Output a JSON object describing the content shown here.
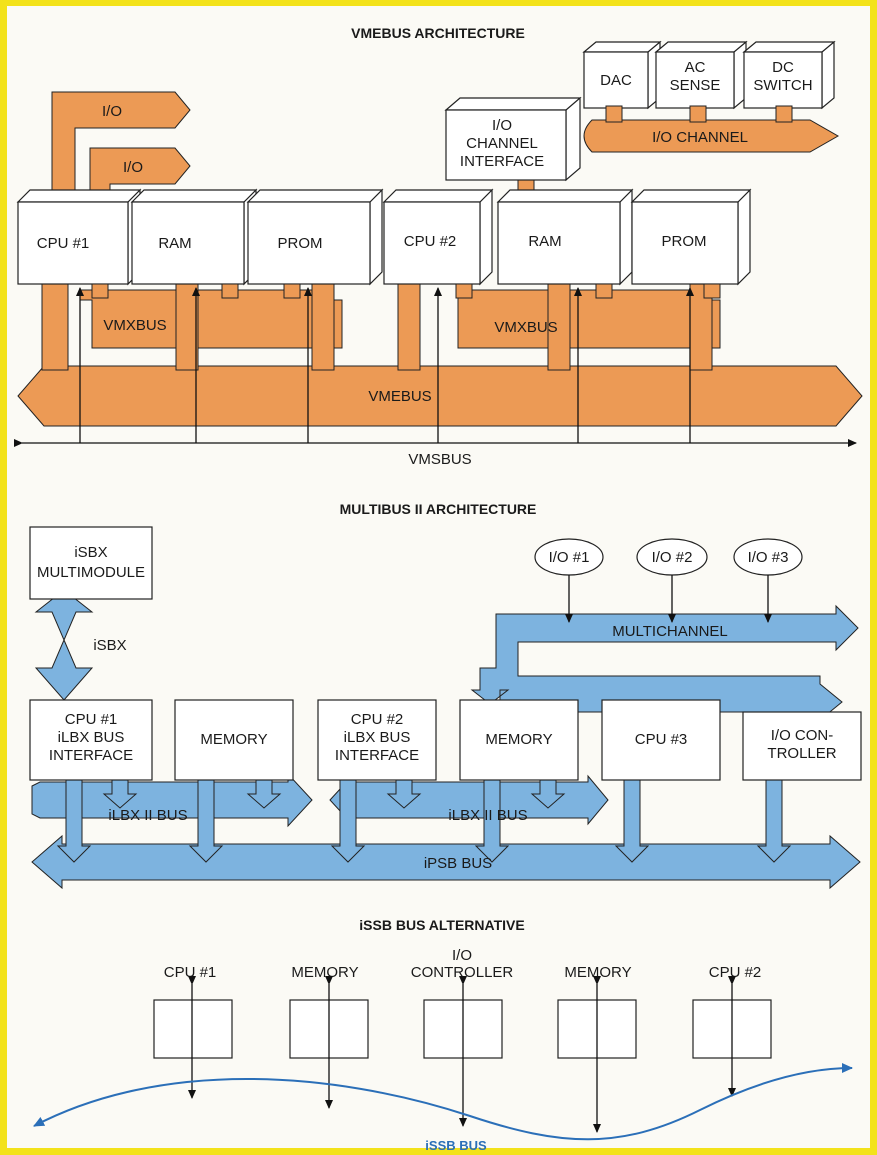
{
  "vmebus": {
    "title": "VMEBUS ARCHITECTURE",
    "io_top": "I/O",
    "io_second": "I/O",
    "dac": "DAC",
    "ac_sense": [
      "AC",
      "SENSE"
    ],
    "dc_switch": [
      "DC",
      "SWITCH"
    ],
    "io_channel": "I/O CHANNEL",
    "io_channel_interface": [
      "I/O",
      "CHANNEL",
      "INTERFACE"
    ],
    "cpu1": "CPU #1",
    "ram1": "RAM",
    "prom1": "PROM",
    "cpu2": "CPU #2",
    "ram2": "RAM",
    "prom2": "PROM",
    "vmxbus_left": "VMXBUS",
    "vmxbus_right": "VMXBUS",
    "vmebus_label": "VMEBUS",
    "vmsbus_label": "VMSBUS"
  },
  "multibus": {
    "title": "MULTIBUS II ARCHITECTURE",
    "isbx_module": [
      "iSBX",
      "MULTIMODULE"
    ],
    "isbx": "iSBX",
    "io1": "I/O #1",
    "io2": "I/O #2",
    "io3": "I/O #3",
    "multichannel": "MULTICHANNEL",
    "cpu1_ilbx": [
      "CPU #1",
      "iLBX BUS",
      "INTERFACE"
    ],
    "memory1": "MEMORY",
    "cpu2_ilbx": [
      "CPU #2",
      "iLBX BUS",
      "INTERFACE"
    ],
    "memory2": "MEMORY",
    "cpu3": "CPU #3",
    "io_controller": [
      "I/O CON-",
      "TROLLER"
    ],
    "ilbx_left": "iLBX II BUS",
    "ilbx_right": "iLBX II BUS",
    "ipsb": "iPSB BUS"
  },
  "issb": {
    "title": "iSSB BUS ALTERNATIVE",
    "cpu1": "CPU #1",
    "memory1": "MEMORY",
    "io_controller": [
      "I/O",
      "CONTROLLER"
    ],
    "memory2": "MEMORY",
    "cpu2": "CPU #2",
    "bus": "iSSB BUS"
  },
  "colors": {
    "orange": "#ec9a55",
    "blue": "#7db3df",
    "issb_line": "#2b6fb8",
    "border": "#f3e21a"
  }
}
